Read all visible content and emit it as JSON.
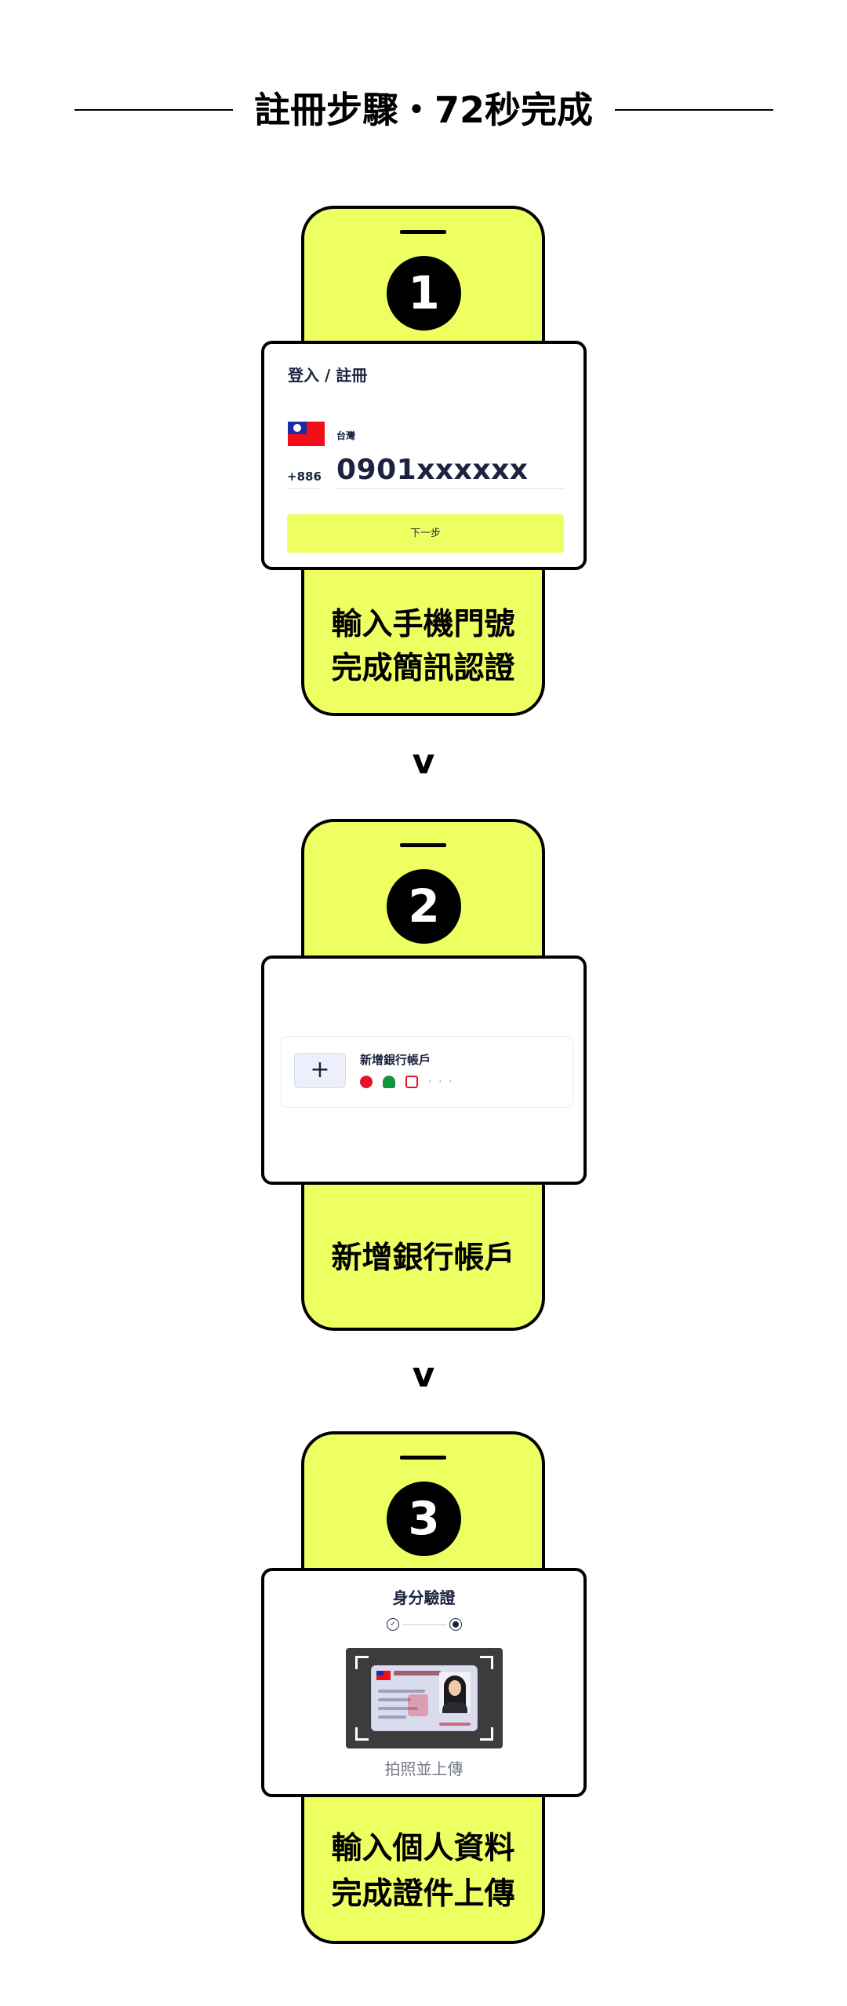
{
  "heading": {
    "title": "註冊步驟・72秒完成"
  },
  "connector": {
    "arrow": "v"
  },
  "steps": [
    {
      "number": "1",
      "caption_line1": "輸入手機門號",
      "caption_line2": "完成簡訊認證"
    },
    {
      "number": "2",
      "caption_line1": "新增銀行帳戶"
    },
    {
      "number": "3",
      "caption_line1": "輸入個人資料",
      "caption_line2": "完成證件上傳"
    }
  ],
  "login_card": {
    "title": "登入 / 註冊",
    "country": "台灣",
    "dial_code": "+886",
    "phone_number": "0901xxxxxx",
    "next_label": "下一步"
  },
  "bank_card": {
    "add_label": "新增銀行帳戶",
    "plus": "+",
    "more": "· · ·"
  },
  "id_card": {
    "title": "身分驗證",
    "caption": "拍照並上傳",
    "check": "✓"
  },
  "colors": {
    "accent": "#eeff62",
    "ink": "#000000",
    "navy_text": "#1b2340"
  }
}
